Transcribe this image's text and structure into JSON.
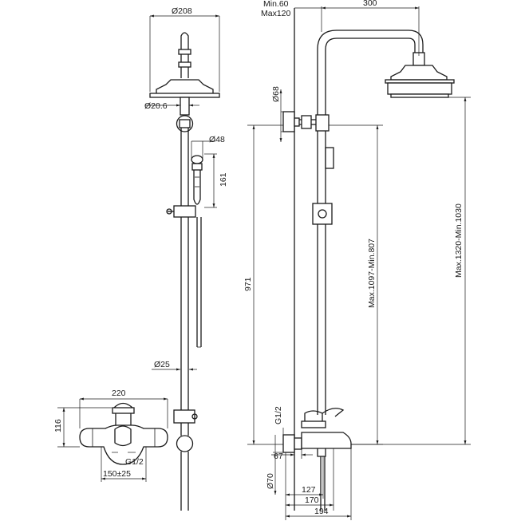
{
  "front_view": {
    "head_diameter": "Ø208",
    "arm_diameter": "Ø20.6",
    "hand_shower_diameter": "Ø48",
    "hand_shower_length": "161",
    "bar_height": "971",
    "bar_diameter": "Ø25"
  },
  "mixer_front": {
    "width": "220",
    "height": "116",
    "thread": "G1/2",
    "centers": "150±25"
  },
  "side_view": {
    "wall_offset_min": "Min.60",
    "wall_offset_max": "Max120",
    "arm_reach": "300",
    "bracket_diameter": "Ø68",
    "bar_height_range": "Max.1097-Min.807",
    "total_height_range": "Max.1320-Min.1030",
    "thread": "G1/2",
    "depth_67": "67",
    "flange_diameter": "Ø70",
    "depth_127": "127",
    "depth_170": "170",
    "depth_194": "194"
  }
}
